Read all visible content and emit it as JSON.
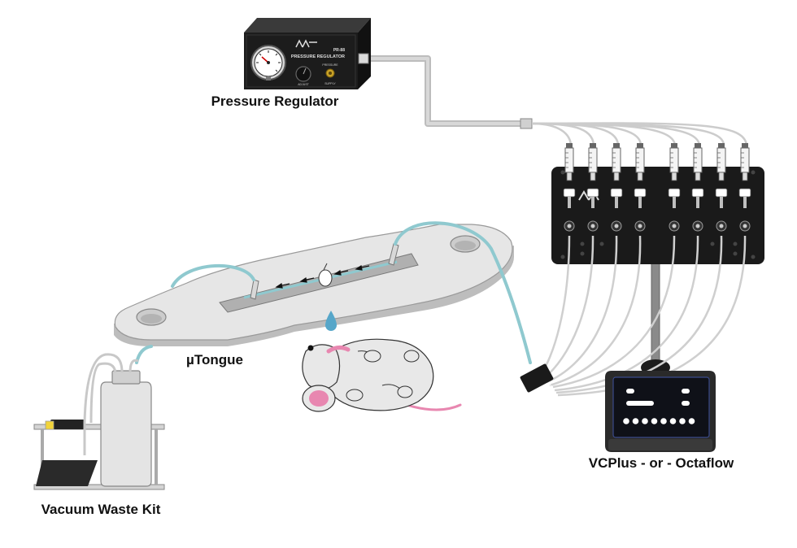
{
  "labels": {
    "pressure_regulator": "Pressure Regulator",
    "utongue": "µTongue",
    "vcplus": "VCPlus - or - Octaflow",
    "vacuum_waste_kit": "Vacuum Waste Kit"
  },
  "regulator_panel": {
    "model": "PR-88",
    "title": "PRESSURE REGULATOR",
    "pressure_label": "PRESSURE",
    "adjust_label": "ADJUST",
    "supply_label": "SUPPLY"
  },
  "colors": {
    "device_black": "#1a1a1a",
    "tubing_gray": "#c8c8c8",
    "tubing_blue": "#8fc9cf",
    "rodent_pink": "#e887b0",
    "platform_gray": "#e6e6e6",
    "droplet_blue": "#56a6c9"
  },
  "icons": [
    "gauge-icon",
    "knob-icon",
    "droplet-icon",
    "mouse-icon",
    "flow-arrow-icon"
  ]
}
